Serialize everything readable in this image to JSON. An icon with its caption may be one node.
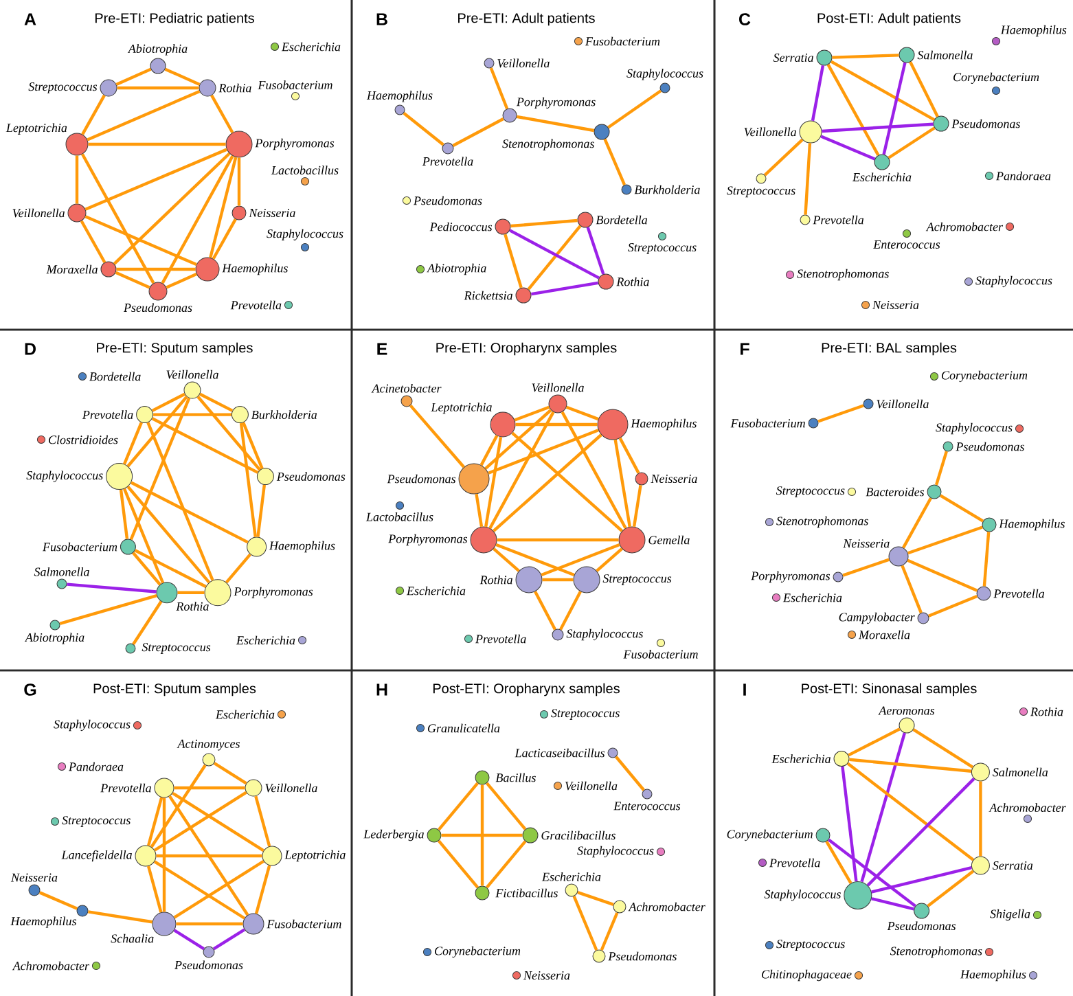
{
  "diagram": {
    "nodes": [
      {
        "text": [
          "A",
          "Pre-ETI: Pediatric patients"
        ]
      },
      {
        "text": [
          "Escherichia"
        ],
        "in": 0
      },
      {
        "text": [
          "Abiotrophia"
        ],
        "in": 0
      },
      {
        "text": [
          "Fusobacterium"
        ],
        "in": 0
      },
      {
        "text": [
          "Streptococcus"
        ],
        "in": 0
      },
      {
        "text": [
          "Rothia"
        ],
        "in": 0
      },
      {
        "text": [
          "Leptotrichia"
        ],
        "in": 0
      },
      {
        "text": [
          "Lactobacillus"
        ],
        "in": 0
      },
      {
        "text": [
          "Porphyromonas"
        ],
        "in": 0
      },
      {
        "text": [
          "Veillonella"
        ],
        "in": 0
      },
      {
        "text": [
          "Pseudomonas"
        ],
        "in": 0
      },
      {
        "text": [
          "Staphylococcus"
        ],
        "in": 0
      },
      {
        "text": [
          "Haemophilus"
        ],
        "in": 0
      },
      {
        "text": [
          "Moraxella"
        ],
        "in": 0
      },
      {
        "text": [
          "Neisseria"
        ],
        "in": 0
      },
      {
        "text": [
          "Prevotella"
        ],
        "in": 0
      },
      {
        "text": [
          "B",
          "Pre-ETI: Adult patients"
        ]
      },
      {
        "text": [
          "Fusobacterium"
        ],
        "in": 16
      },
      {
        "text": [
          "Veillonella"
        ],
        "in": 16
      },
      {
        "text": [
          "Staphylococcus"
        ],
        "in": 16
      },
      {
        "text": [
          "Porphyromonas"
        ],
        "in": 16
      },
      {
        "text": [
          "Haemophilus"
        ],
        "in": 16
      },
      {
        "text": [
          "Stenotrophomonas"
        ],
        "in": 16
      },
      {
        "text": [
          "Prevotella"
        ],
        "in": 16
      },
      {
        "text": [
          "Burkholderia"
        ],
        "in": 16
      },
      {
        "text": [
          "Pseudomonas"
        ],
        "in": 16
      },
      {
        "text": [
          "Streptococcus"
        ],
        "in": 16
      },
      {
        "text": [
          "Pediococcus"
        ],
        "in": 16
      },
      {
        "text": [
          "Bordetella"
        ],
        "in": 16
      },
      {
        "text": [
          "Abiotrophia"
        ],
        "in": 16
      },
      {
        "text": [
          "Rickettsia"
        ],
        "in": 16
      },
      {
        "text": [
          "Rothia"
        ],
        "in": 16
      },
      {
        "text": [
          "C",
          "Post-ETI: Adult patients"
        ]
      },
      {
        "text": [
          "Haemophilus"
        ],
        "in": 32
      },
      {
        "text": [
          "Salmonella"
        ],
        "in": 32
      },
      {
        "text": [
          "Serratia"
        ],
        "in": 32
      },
      {
        "text": [
          "Escherichia"
        ],
        "in": 32
      },
      {
        "text": [
          "Pseudomonas"
        ],
        "in": 32
      },
      {
        "text": [
          "Veillonella"
        ],
        "in": 32
      },
      {
        "text": [
          "Corynebacterium"
        ],
        "in": 32
      },
      {
        "text": [
          "Streptococcus"
        ],
        "in": 32
      },
      {
        "text": [
          "Pandoraea"
        ],
        "in": 32
      },
      {
        "text": [
          "Prevotella"
        ],
        "in": 32
      },
      {
        "text": [
          "Achromobacter"
        ],
        "in": 32
      },
      {
        "text": [
          "Enterococcus"
        ],
        "in": 32
      },
      {
        "text": [
          "Stenotrophomonas"
        ],
        "in": 32
      },
      {
        "text": [
          "Staphylococcus"
        ],
        "in": 32
      },
      {
        "text": [
          "Neisseria"
        ],
        "in": 32
      },
      {
        "text": [
          "D",
          "Pre-ETI: Sputum samples"
        ]
      },
      {
        "text": [
          "Bordetella"
        ],
        "in": 48
      },
      {
        "text": [
          "Clostridioides"
        ],
        "in": 48
      },
      {
        "text": [
          "Burkholderia"
        ],
        "in": 48
      },
      {
        "text": [
          "Veillonella"
        ],
        "in": 48
      },
      {
        "text": [
          "Pseudomonas"
        ],
        "in": 48
      },
      {
        "text": [
          "Fusobacterium"
        ],
        "in": 48
      },
      {
        "text": [
          "Staphylococcus"
        ],
        "in": 48
      },
      {
        "text": [
          "Prevotella"
        ],
        "in": 48
      },
      {
        "text": [
          "Porphyromonas"
        ],
        "in": 48
      },
      {
        "text": [
          "Haemophilus"
        ],
        "in": 48
      },
      {
        "text": [
          "Salmonella"
        ],
        "in": 48
      },
      {
        "text": [
          "Rothia"
        ],
        "in": 48
      },
      {
        "text": [
          "Abiotrophia"
        ],
        "in": 48
      },
      {
        "text": [
          "Streptococcus"
        ],
        "in": 48
      },
      {
        "text": [
          "Escherichia"
        ],
        "in": 48
      },
      {
        "text": [
          "E",
          "Pre-ETI: Oropharynx samples"
        ]
      },
      {
        "text": [
          "Acinetobacter"
        ],
        "in": 64
      },
      {
        "text": [
          "Veillonella"
        ],
        "in": 64
      },
      {
        "text": [
          "Haemophilus"
        ],
        "in": 64
      },
      {
        "text": [
          "Neisseria"
        ],
        "in": 64
      },
      {
        "text": [
          "Pseudomonas"
        ],
        "in": 64
      },
      {
        "text": [
          "Leptotrichia"
        ],
        "in": 64
      },
      {
        "text": [
          "Lactobacillus"
        ],
        "in": 64
      },
      {
        "text": [
          "Porphyromonas"
        ],
        "in": 64
      },
      {
        "text": [
          "Gemella"
        ],
        "in": 64
      },
      {
        "text": [
          "Streptococcus"
        ],
        "in": 64
      },
      {
        "text": [
          "Rothia"
        ],
        "in": 64
      },
      {
        "text": [
          "Escherichia"
        ],
        "in": 64
      },
      {
        "text": [
          "Staphylococcus"
        ],
        "in": 64
      },
      {
        "text": [
          "Prevotella"
        ],
        "in": 64
      },
      {
        "text": [
          "Fusobacterium"
        ],
        "in": 64
      },
      {
        "text": [
          "F",
          "Pre-ETI: BAL samples"
        ]
      },
      {
        "text": [
          "Corynebacterium"
        ],
        "in": 80
      },
      {
        "text": [
          "Veillonella"
        ],
        "in": 80
      },
      {
        "text": [
          "Fusobacterium"
        ],
        "in": 80
      },
      {
        "text": [
          "Staphylococcus"
        ],
        "in": 80
      },
      {
        "text": [
          "Pseudomonas"
        ],
        "in": 80
      },
      {
        "text": [
          "Streptococcus"
        ],
        "in": 80
      },
      {
        "text": [
          "Stenotrophomonas"
        ],
        "in": 80
      },
      {
        "text": [
          "Bacteroides"
        ],
        "in": 80
      },
      {
        "text": [
          "Haemophilus"
        ],
        "in": 80
      },
      {
        "text": [
          "Neisseria"
        ],
        "in": 80
      },
      {
        "text": [
          "Porphyromonas"
        ],
        "in": 80
      },
      {
        "text": [
          "Escherichia"
        ],
        "in": 80
      },
      {
        "text": [
          "Prevotella"
        ],
        "in": 80
      },
      {
        "text": [
          "Campylobacter"
        ],
        "in": 80
      },
      {
        "text": [
          "Moraxella"
        ],
        "in": 80
      },
      {
        "text": [
          "G",
          "Post-ETI: Sputum samples"
        ]
      },
      {
        "text": [
          "Escherichia"
        ],
        "in": 96
      },
      {
        "text": [
          "Staphylococcus"
        ],
        "in": 96
      },
      {
        "text": [
          "Pandoraea"
        ],
        "in": 96
      },
      {
        "text": [
          "Actinomyces"
        ],
        "in": 96
      },
      {
        "text": [
          "Streptococcus"
        ],
        "in": 96
      },
      {
        "text": [
          "Veillonella"
        ],
        "in": 96
      },
      {
        "text": [
          "Lancefieldella"
        ],
        "in": 96
      },
      {
        "text": [
          "Haemophilus"
        ],
        "in": 96
      },
      {
        "text": [
          "Prevotella"
        ],
        "in": 96
      },
      {
        "text": [
          "Leptotrichia"
        ],
        "in": 96
      },
      {
        "text": [
          "Neisseria"
        ],
        "in": 96
      },
      {
        "text": [
          "Schaalia"
        ],
        "in": 96
      },
      {
        "text": [
          "Fusobacterium"
        ],
        "in": 96
      },
      {
        "text": [
          "Pseudomonas"
        ],
        "in": 96
      },
      {
        "text": [
          "Achromobacter"
        ],
        "in": 96
      },
      {
        "text": [
          "H",
          "Post-ETI: Oropharynx samples"
        ]
      },
      {
        "text": [
          "Streptococcus"
        ],
        "in": 112
      },
      {
        "text": [
          "Granulicatella"
        ],
        "in": 112
      },
      {
        "text": [
          "Lacticaseibacillus"
        ],
        "in": 112
      },
      {
        "text": [
          "Enterococcus"
        ],
        "in": 112
      },
      {
        "text": [
          "Bacillus"
        ],
        "in": 112
      },
      {
        "text": [
          "Veillonella"
        ],
        "in": 112
      },
      {
        "text": [
          "Lederbergia"
        ],
        "in": 112
      },
      {
        "text": [
          "Gracilibacillus"
        ],
        "in": 112
      },
      {
        "text": [
          "Staphylococcus"
        ],
        "in": 112
      },
      {
        "text": [
          "Fictibacillus"
        ],
        "in": 112
      },
      {
        "text": [
          "Escherichia"
        ],
        "in": 112
      },
      {
        "text": [
          "Achromobacter"
        ],
        "in": 112
      },
      {
        "text": [
          "Corynebacterium"
        ],
        "in": 112
      },
      {
        "text": [
          "Pseudomonas"
        ],
        "in": 112
      },
      {
        "text": [
          "Neisseria"
        ],
        "in": 112
      },
      {
        "text": [
          "I",
          "Post-ETI: Sinonasal samples"
        ]
      },
      {
        "text": [
          "Rothia"
        ],
        "in": 128
      },
      {
        "text": [
          "Aeromonas"
        ],
        "in": 128
      },
      {
        "text": [
          "Salmonella"
        ],
        "in": 128
      },
      {
        "text": [
          "Escherichia"
        ],
        "in": 128
      },
      {
        "text": [
          "Achromobacter"
        ],
        "in": 128
      },
      {
        "text": [
          "Staphylococcus"
        ],
        "in": 128
      },
      {
        "text": [
          "Serratia"
        ],
        "in": 128
      },
      {
        "text": [
          "Prevotella"
        ],
        "in": 128
      },
      {
        "text": [
          "Corynebacterium"
        ],
        "in": 128
      },
      {
        "text": [
          "Pseudomonas"
        ],
        "in": 128
      },
      {
        "text": [
          "Shigella"
        ],
        "in": 128
      },
      {
        "text": [
          "Stenotrophomonas"
        ],
        "in": 128
      },
      {
        "text": [
          "Streptococcus"
        ],
        "in": 128
      },
      {
        "text": [
          "Haemophilus"
        ],
        "in": 128
      },
      {
        "text": [
          "Chitinophagaceae"
        ],
        "in": 128
      }
    ],
    "edges": [
      {
        "from": 2,
        "to": 4,
        "arrow": "none"
      },
      {
        "from": 2,
        "to": 5,
        "arrow": "none"
      },
      {
        "from": 4,
        "to": 5,
        "arrow": "none"
      },
      {
        "from": 4,
        "to": 6,
        "arrow": "none"
      },
      {
        "from": 5,
        "to": 6,
        "arrow": "none"
      },
      {
        "from": 5,
        "to": 8,
        "arrow": "none"
      },
      {
        "from": 6,
        "to": 8,
        "arrow": "none"
      },
      {
        "from": 6,
        "to": 9,
        "arrow": "none"
      },
      {
        "from": 6,
        "to": 10,
        "arrow": "none"
      },
      {
        "from": 8,
        "to": 9,
        "arrow": "none"
      },
      {
        "from": 8,
        "to": 10,
        "arrow": "none"
      },
      {
        "from": 8,
        "to": 12,
        "arrow": "none"
      },
      {
        "from": 8,
        "to": 13,
        "arrow": "none"
      },
      {
        "from": 8,
        "to": 14,
        "arrow": "none"
      },
      {
        "from": 10,
        "to": 12,
        "arrow": "none"
      },
      {
        "from": 10,
        "to": 13,
        "arrow": "none"
      },
      {
        "from": 12,
        "to": 13,
        "arrow": "none"
      },
      {
        "from": 12,
        "to": 14,
        "arrow": "none"
      },
      {
        "from": 9,
        "to": 12,
        "arrow": "none"
      },
      {
        "from": 13,
        "to": 9,
        "arrow": "none"
      },
      {
        "from": 18,
        "to": 20,
        "arrow": "none"
      },
      {
        "from": 21,
        "to": 23,
        "arrow": "none"
      },
      {
        "from": 23,
        "to": 20,
        "arrow": "none"
      },
      {
        "from": 20,
        "to": 22,
        "arrow": "none"
      },
      {
        "from": 22,
        "to": 19,
        "arrow": "none"
      },
      {
        "from": 22,
        "to": 24,
        "arrow": "none"
      },
      {
        "from": 27,
        "to": 28,
        "arrow": "none"
      },
      {
        "from": 27,
        "to": 30,
        "arrow": "none"
      },
      {
        "from": 30,
        "to": 28,
        "arrow": "none"
      },
      {
        "from": 27,
        "to": 31,
        "arrow": "none",
        "color": "#9b21e8"
      },
      {
        "from": 28,
        "to": 31,
        "arrow": "none",
        "color": "#9b21e8"
      },
      {
        "from": 30,
        "to": 31,
        "arrow": "none",
        "color": "#9b21e8"
      },
      {
        "from": 35,
        "to": 34,
        "arrow": "none"
      },
      {
        "from": 35,
        "to": 36,
        "arrow": "none"
      },
      {
        "from": 35,
        "to": 37,
        "arrow": "none"
      },
      {
        "from": 34,
        "to": 36,
        "arrow": "none",
        "color": "#9b21e8"
      },
      {
        "from": 34,
        "to": 37,
        "arrow": "none"
      },
      {
        "from": 36,
        "to": 37,
        "arrow": "none"
      },
      {
        "from": 35,
        "to": 38,
        "arrow": "none",
        "color": "#9b21e8"
      },
      {
        "from": 36,
        "to": 38,
        "arrow": "none",
        "color": "#9b21e8"
      },
      {
        "from": 37,
        "to": 38,
        "arrow": "none",
        "color": "#9b21e8"
      },
      {
        "from": 38,
        "to": 40,
        "arrow": "none"
      },
      {
        "from": 38,
        "to": 42,
        "arrow": "none"
      },
      {
        "from": 59,
        "to": 60,
        "arrow": "none",
        "color": "#9b21e8"
      },
      {
        "from": 60,
        "to": 54,
        "arrow": "none"
      },
      {
        "from": 60,
        "to": 61,
        "arrow": "none"
      },
      {
        "from": 60,
        "to": 62,
        "arrow": "none"
      },
      {
        "from": 60,
        "to": 55,
        "arrow": "none"
      },
      {
        "from": 60,
        "to": 57,
        "arrow": "none"
      },
      {
        "from": 54,
        "to": 52,
        "arrow": "none"
      },
      {
        "from": 54,
        "to": 55,
        "arrow": "none"
      },
      {
        "from": 54,
        "to": 57,
        "arrow": "none"
      },
      {
        "from": 52,
        "to": 51,
        "arrow": "none"
      },
      {
        "from": 52,
        "to": 55,
        "arrow": "none"
      },
      {
        "from": 52,
        "to": 56,
        "arrow": "none"
      },
      {
        "from": 52,
        "to": 53,
        "arrow": "none"
      },
      {
        "from": 51,
        "to": 56,
        "arrow": "none"
      },
      {
        "from": 51,
        "to": 53,
        "arrow": "none"
      },
      {
        "from": 51,
        "to": 58,
        "arrow": "none"
      },
      {
        "from": 55,
        "to": 56,
        "arrow": "none"
      },
      {
        "from": 55,
        "to": 57,
        "arrow": "none"
      },
      {
        "from": 55,
        "to": 58,
        "arrow": "none"
      },
      {
        "from": 57,
        "to": 56,
        "arrow": "none"
      },
      {
        "from": 57,
        "to": 58,
        "arrow": "none"
      },
      {
        "from": 56,
        "to": 53,
        "arrow": "none"
      },
      {
        "from": 53,
        "to": 58,
        "arrow": "none"
      },
      {
        "from": 65,
        "to": 69,
        "arrow": "none"
      },
      {
        "from": 66,
        "to": 69,
        "arrow": "none"
      },
      {
        "from": 66,
        "to": 70,
        "arrow": "none"
      },
      {
        "from": 66,
        "to": 67,
        "arrow": "none"
      },
      {
        "from": 66,
        "to": 73,
        "arrow": "none"
      },
      {
        "from": 66,
        "to": 72,
        "arrow": "none"
      },
      {
        "from": 67,
        "to": 68,
        "arrow": "none"
      },
      {
        "from": 67,
        "to": 70,
        "arrow": "none"
      },
      {
        "from": 67,
        "to": 73,
        "arrow": "none"
      },
      {
        "from": 67,
        "to": 72,
        "arrow": "none"
      },
      {
        "from": 67,
        "to": 69,
        "arrow": "none"
      },
      {
        "from": 68,
        "to": 73,
        "arrow": "none"
      },
      {
        "from": 69,
        "to": 70,
        "arrow": "none"
      },
      {
        "from": 69,
        "to": 72,
        "arrow": "none"
      },
      {
        "from": 70,
        "to": 72,
        "arrow": "none"
      },
      {
        "from": 70,
        "to": 73,
        "arrow": "none"
      },
      {
        "from": 72,
        "to": 73,
        "arrow": "none"
      },
      {
        "from": 72,
        "to": 74,
        "arrow": "none"
      },
      {
        "from": 72,
        "to": 75,
        "arrow": "none"
      },
      {
        "from": 73,
        "to": 74,
        "arrow": "none"
      },
      {
        "from": 73,
        "to": 75,
        "arrow": "none"
      },
      {
        "from": 74,
        "to": 75,
        "arrow": "none"
      },
      {
        "from": 74,
        "to": 77,
        "arrow": "none"
      },
      {
        "from": 75,
        "to": 77,
        "arrow": "none"
      },
      {
        "from": 83,
        "to": 82,
        "arrow": "none"
      },
      {
        "from": 85,
        "to": 88,
        "arrow": "none"
      },
      {
        "from": 88,
        "to": 89,
        "arrow": "none"
      },
      {
        "from": 88,
        "to": 90,
        "arrow": "none"
      },
      {
        "from": 89,
        "to": 90,
        "arrow": "none"
      },
      {
        "from": 89,
        "to": 93,
        "arrow": "none"
      },
      {
        "from": 90,
        "to": 91,
        "arrow": "none"
      },
      {
        "from": 90,
        "to": 94,
        "arrow": "none"
      },
      {
        "from": 90,
        "to": 93,
        "arrow": "none"
      },
      {
        "from": 93,
        "to": 94,
        "arrow": "none"
      },
      {
        "from": 107,
        "to": 104,
        "arrow": "none"
      },
      {
        "from": 104,
        "to": 108,
        "arrow": "none"
      },
      {
        "from": 100,
        "to": 103,
        "arrow": "none"
      },
      {
        "from": 100,
        "to": 102,
        "arrow": "none"
      },
      {
        "from": 103,
        "to": 102,
        "arrow": "none"
      },
      {
        "from": 103,
        "to": 108,
        "arrow": "none"
      },
      {
        "from": 103,
        "to": 105,
        "arrow": "none"
      },
      {
        "from": 103,
        "to": 106,
        "arrow": "none"
      },
      {
        "from": 103,
        "to": 109,
        "arrow": "none"
      },
      {
        "from": 102,
        "to": 105,
        "arrow": "none"
      },
      {
        "from": 102,
        "to": 106,
        "arrow": "none"
      },
      {
        "from": 105,
        "to": 108,
        "arrow": "none"
      },
      {
        "from": 105,
        "to": 106,
        "arrow": "none"
      },
      {
        "from": 105,
        "to": 109,
        "arrow": "none"
      },
      {
        "from": 108,
        "to": 106,
        "arrow": "none"
      },
      {
        "from": 108,
        "to": 109,
        "arrow": "none"
      },
      {
        "from": 106,
        "to": 109,
        "arrow": "none"
      },
      {
        "from": 108,
        "to": 110,
        "arrow": "none",
        "color": "#9b21e8"
      },
      {
        "from": 109,
        "to": 110,
        "arrow": "none",
        "color": "#9b21e8"
      },
      {
        "from": 115,
        "to": 116,
        "arrow": "none"
      },
      {
        "from": 117,
        "to": 119,
        "arrow": "none"
      },
      {
        "from": 117,
        "to": 120,
        "arrow": "none"
      },
      {
        "from": 117,
        "to": 122,
        "arrow": "none"
      },
      {
        "from": 119,
        "to": 120,
        "arrow": "none"
      },
      {
        "from": 119,
        "to": 122,
        "arrow": "none"
      },
      {
        "from": 120,
        "to": 122,
        "arrow": "none"
      },
      {
        "from": 123,
        "to": 124,
        "arrow": "none"
      },
      {
        "from": 123,
        "to": 126,
        "arrow": "none"
      },
      {
        "from": 124,
        "to": 126,
        "arrow": "none"
      },
      {
        "from": 130,
        "to": 132,
        "arrow": "none"
      },
      {
        "from": 130,
        "to": 131,
        "arrow": "none"
      },
      {
        "from": 130,
        "to": 134,
        "arrow": "none",
        "color": "#9b21e8"
      },
      {
        "from": 132,
        "to": 131,
        "arrow": "none"
      },
      {
        "from": 132,
        "to": 135,
        "arrow": "none"
      },
      {
        "from": 132,
        "to": 134,
        "arrow": "none",
        "color": "#9b21e8"
      },
      {
        "from": 131,
        "to": 134,
        "arrow": "none",
        "color": "#9b21e8"
      },
      {
        "from": 131,
        "to": 135,
        "arrow": "none"
      },
      {
        "from": 134,
        "to": 135,
        "arrow": "none",
        "color": "#9b21e8"
      },
      {
        "from": 134,
        "to": 137,
        "arrow": "none"
      },
      {
        "from": 134,
        "to": 138,
        "arrow": "none",
        "color": "#9b21e8"
      },
      {
        "from": 135,
        "to": 138,
        "arrow": "none"
      },
      {
        "from": 137,
        "to": 138,
        "arrow": "none",
        "color": "#9b21e8"
      }
    ]
  }
}
